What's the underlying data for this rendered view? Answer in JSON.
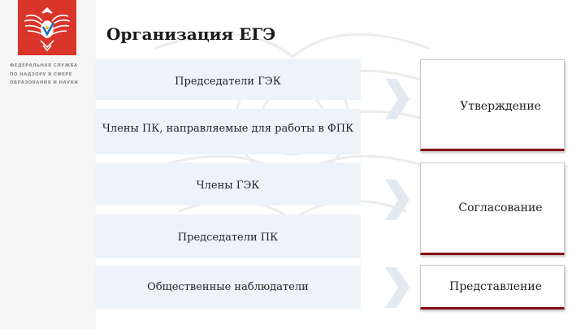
{
  "header": {
    "title": "Организация ЕГЭ"
  },
  "agency": {
    "line1": "ФЕДЕРАЛЬНАЯ СЛУЖБА",
    "line2": "ПО НАДЗОРУ В СФЕРЕ",
    "line3": "ОБРАЗОВАНИЯ И НАУКИ"
  },
  "participants": [
    {
      "label": "Председатели ГЭК"
    },
    {
      "label": "Члены ПК, направляемые для работы в ФПК"
    },
    {
      "label": "Члены ГЭК"
    },
    {
      "label": "Председатели ПК"
    },
    {
      "label": "Общественные наблюдатели"
    }
  ],
  "actions": [
    {
      "label": "Утверждение"
    },
    {
      "label": "Согласование"
    },
    {
      "label": "Представление"
    }
  ],
  "colors": {
    "brand_red": "#d9352b",
    "card_border": "#8a0d12",
    "row_bg": "#eef3f9",
    "chevron": "#e1e9f3"
  },
  "icons": {
    "logo": "eagle-emblem-icon",
    "arrow": "chevron-right-icon"
  }
}
